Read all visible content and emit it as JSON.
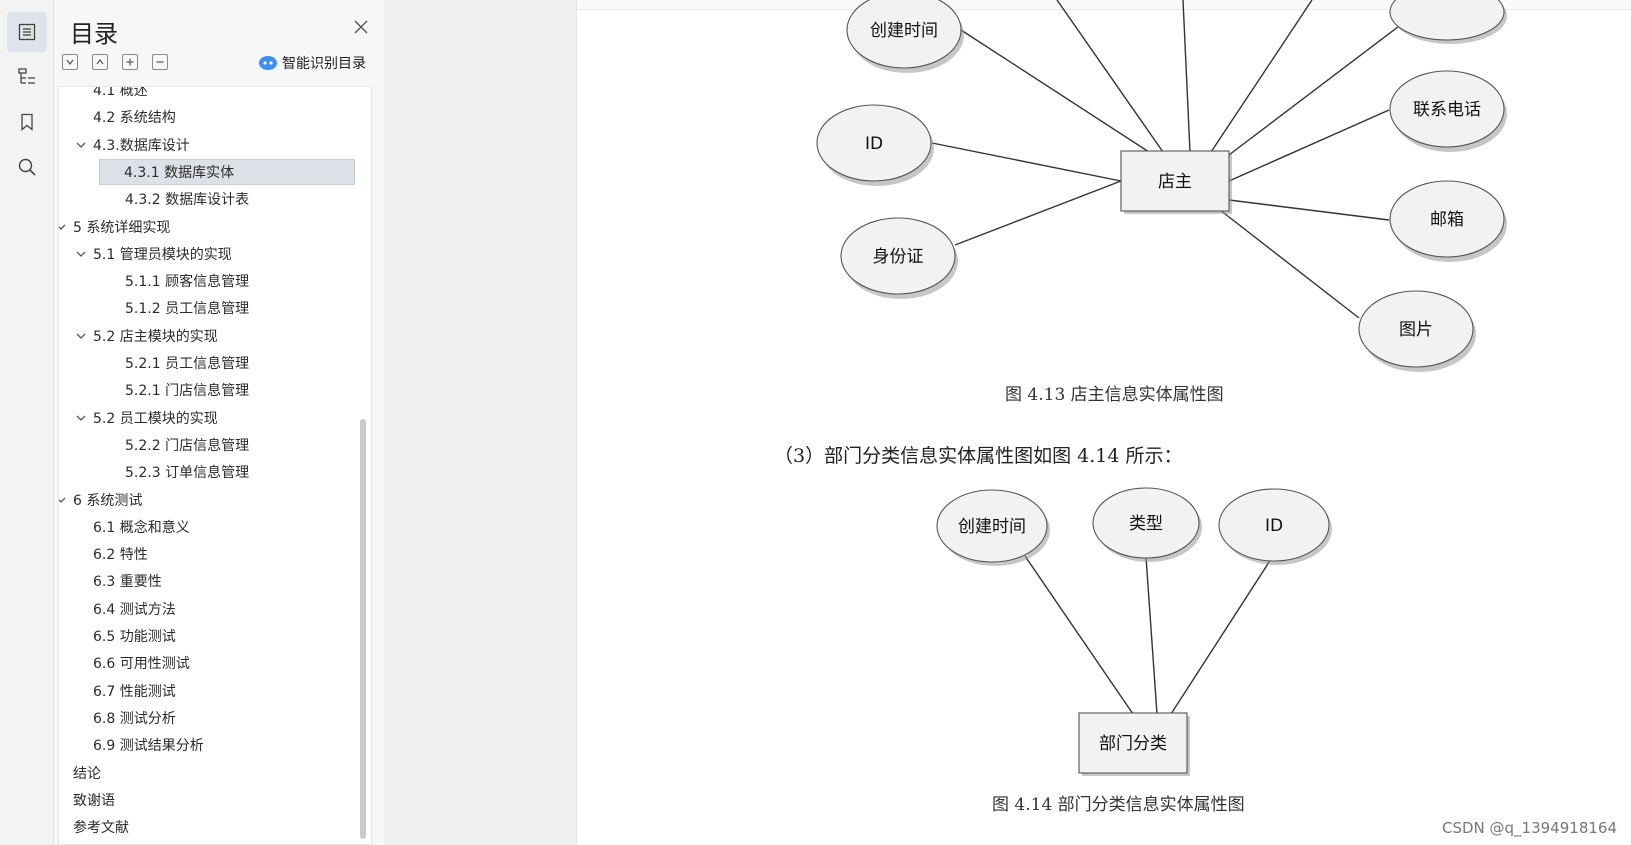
{
  "toc": {
    "title": "目录",
    "smart_label": "智能识别目录",
    "items": [
      {
        "label": "4.1 概述",
        "level": 2,
        "expandable": false,
        "partial": true
      },
      {
        "label": "4.2 系统结构",
        "level": 2,
        "expandable": false
      },
      {
        "label": "4.3.数据库设计",
        "level": 2,
        "expandable": true
      },
      {
        "label": "4.3.1 数据库实体",
        "level": 3,
        "expandable": false,
        "selected": true
      },
      {
        "label": "4.3.2 数据库设计表",
        "level": 3,
        "expandable": false
      },
      {
        "label": "5 系统详细实现",
        "level": 1,
        "expandable": true
      },
      {
        "label": "5.1  管理员模块的实现",
        "level": 2,
        "expandable": true
      },
      {
        "label": "5.1.1  顾客信息管理",
        "level": 3,
        "expandable": false
      },
      {
        "label": "5.1.2  员工信息管理",
        "level": 3,
        "expandable": false
      },
      {
        "label": "5.2  店主模块的实现",
        "level": 2,
        "expandable": true
      },
      {
        "label": "5.2.1  员工信息管理",
        "level": 3,
        "expandable": false
      },
      {
        "label": "5.2.1  门店信息管理",
        "level": 3,
        "expandable": false
      },
      {
        "label": "5.2  员工模块的实现",
        "level": 2,
        "expandable": true
      },
      {
        "label": "5.2.2  门店信息管理",
        "level": 3,
        "expandable": false
      },
      {
        "label": "5.2.3  订单信息管理",
        "level": 3,
        "expandable": false
      },
      {
        "label": "6 系统测试",
        "level": 1,
        "expandable": true
      },
      {
        "label": "6.1 概念和意义",
        "level": 2,
        "expandable": false
      },
      {
        "label": "6.2 特性",
        "level": 2,
        "expandable": false
      },
      {
        "label": "6.3 重要性",
        "level": 2,
        "expandable": false
      },
      {
        "label": "6.4 测试方法",
        "level": 2,
        "expandable": false
      },
      {
        "label": "6.5  功能测试",
        "level": 2,
        "expandable": false
      },
      {
        "label": "6.6 可用性测试",
        "level": 2,
        "expandable": false
      },
      {
        "label": "6.7 性能测试",
        "level": 2,
        "expandable": false
      },
      {
        "label": "6.8 测试分析",
        "level": 2,
        "expandable": false
      },
      {
        "label": "6.9 测试结果分析",
        "level": 2,
        "expandable": false
      },
      {
        "label": "结论",
        "level": 1,
        "expandable": false
      },
      {
        "label": "致谢语",
        "level": 1,
        "expandable": false
      },
      {
        "label": "参考文献",
        "level": 1,
        "expandable": false
      }
    ]
  },
  "rail": {
    "icons": [
      "toc-icon",
      "outline-tree-icon",
      "bookmark-icon",
      "search-icon"
    ]
  },
  "document": {
    "diagram1": {
      "center": "店主",
      "attributes": [
        "创建时间",
        "ID",
        "身份证",
        "联系电话",
        "邮箱",
        "图片"
      ]
    },
    "caption1": "图 4.13   店主信息实体属性图",
    "paragraph": "（3）部门分类信息实体属性图如图 4.14 所示：",
    "diagram2": {
      "center": "部门分类",
      "attributes": [
        "创建时间",
        "类型",
        "ID"
      ]
    },
    "caption2": "图 4.14  部门分类信息实体属性图",
    "watermark": "CSDN @q_1394918164"
  }
}
